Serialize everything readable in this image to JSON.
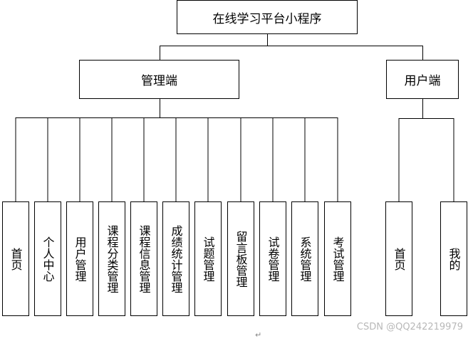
{
  "root": {
    "label": "在线学习平台小程序"
  },
  "admin": {
    "label": "管理端",
    "children": [
      "首页",
      "个人中心",
      "用户管理",
      "课程分类管理",
      "课程信息管理",
      "成绩统计管理",
      "试题管理",
      "留言板管理",
      "试卷管理",
      "系统管理",
      "考试管理"
    ]
  },
  "user": {
    "label": "用户端",
    "children": [
      "首页",
      "我的"
    ]
  },
  "watermark": "CSDN @QQ242219979",
  "return_mark": "↵"
}
